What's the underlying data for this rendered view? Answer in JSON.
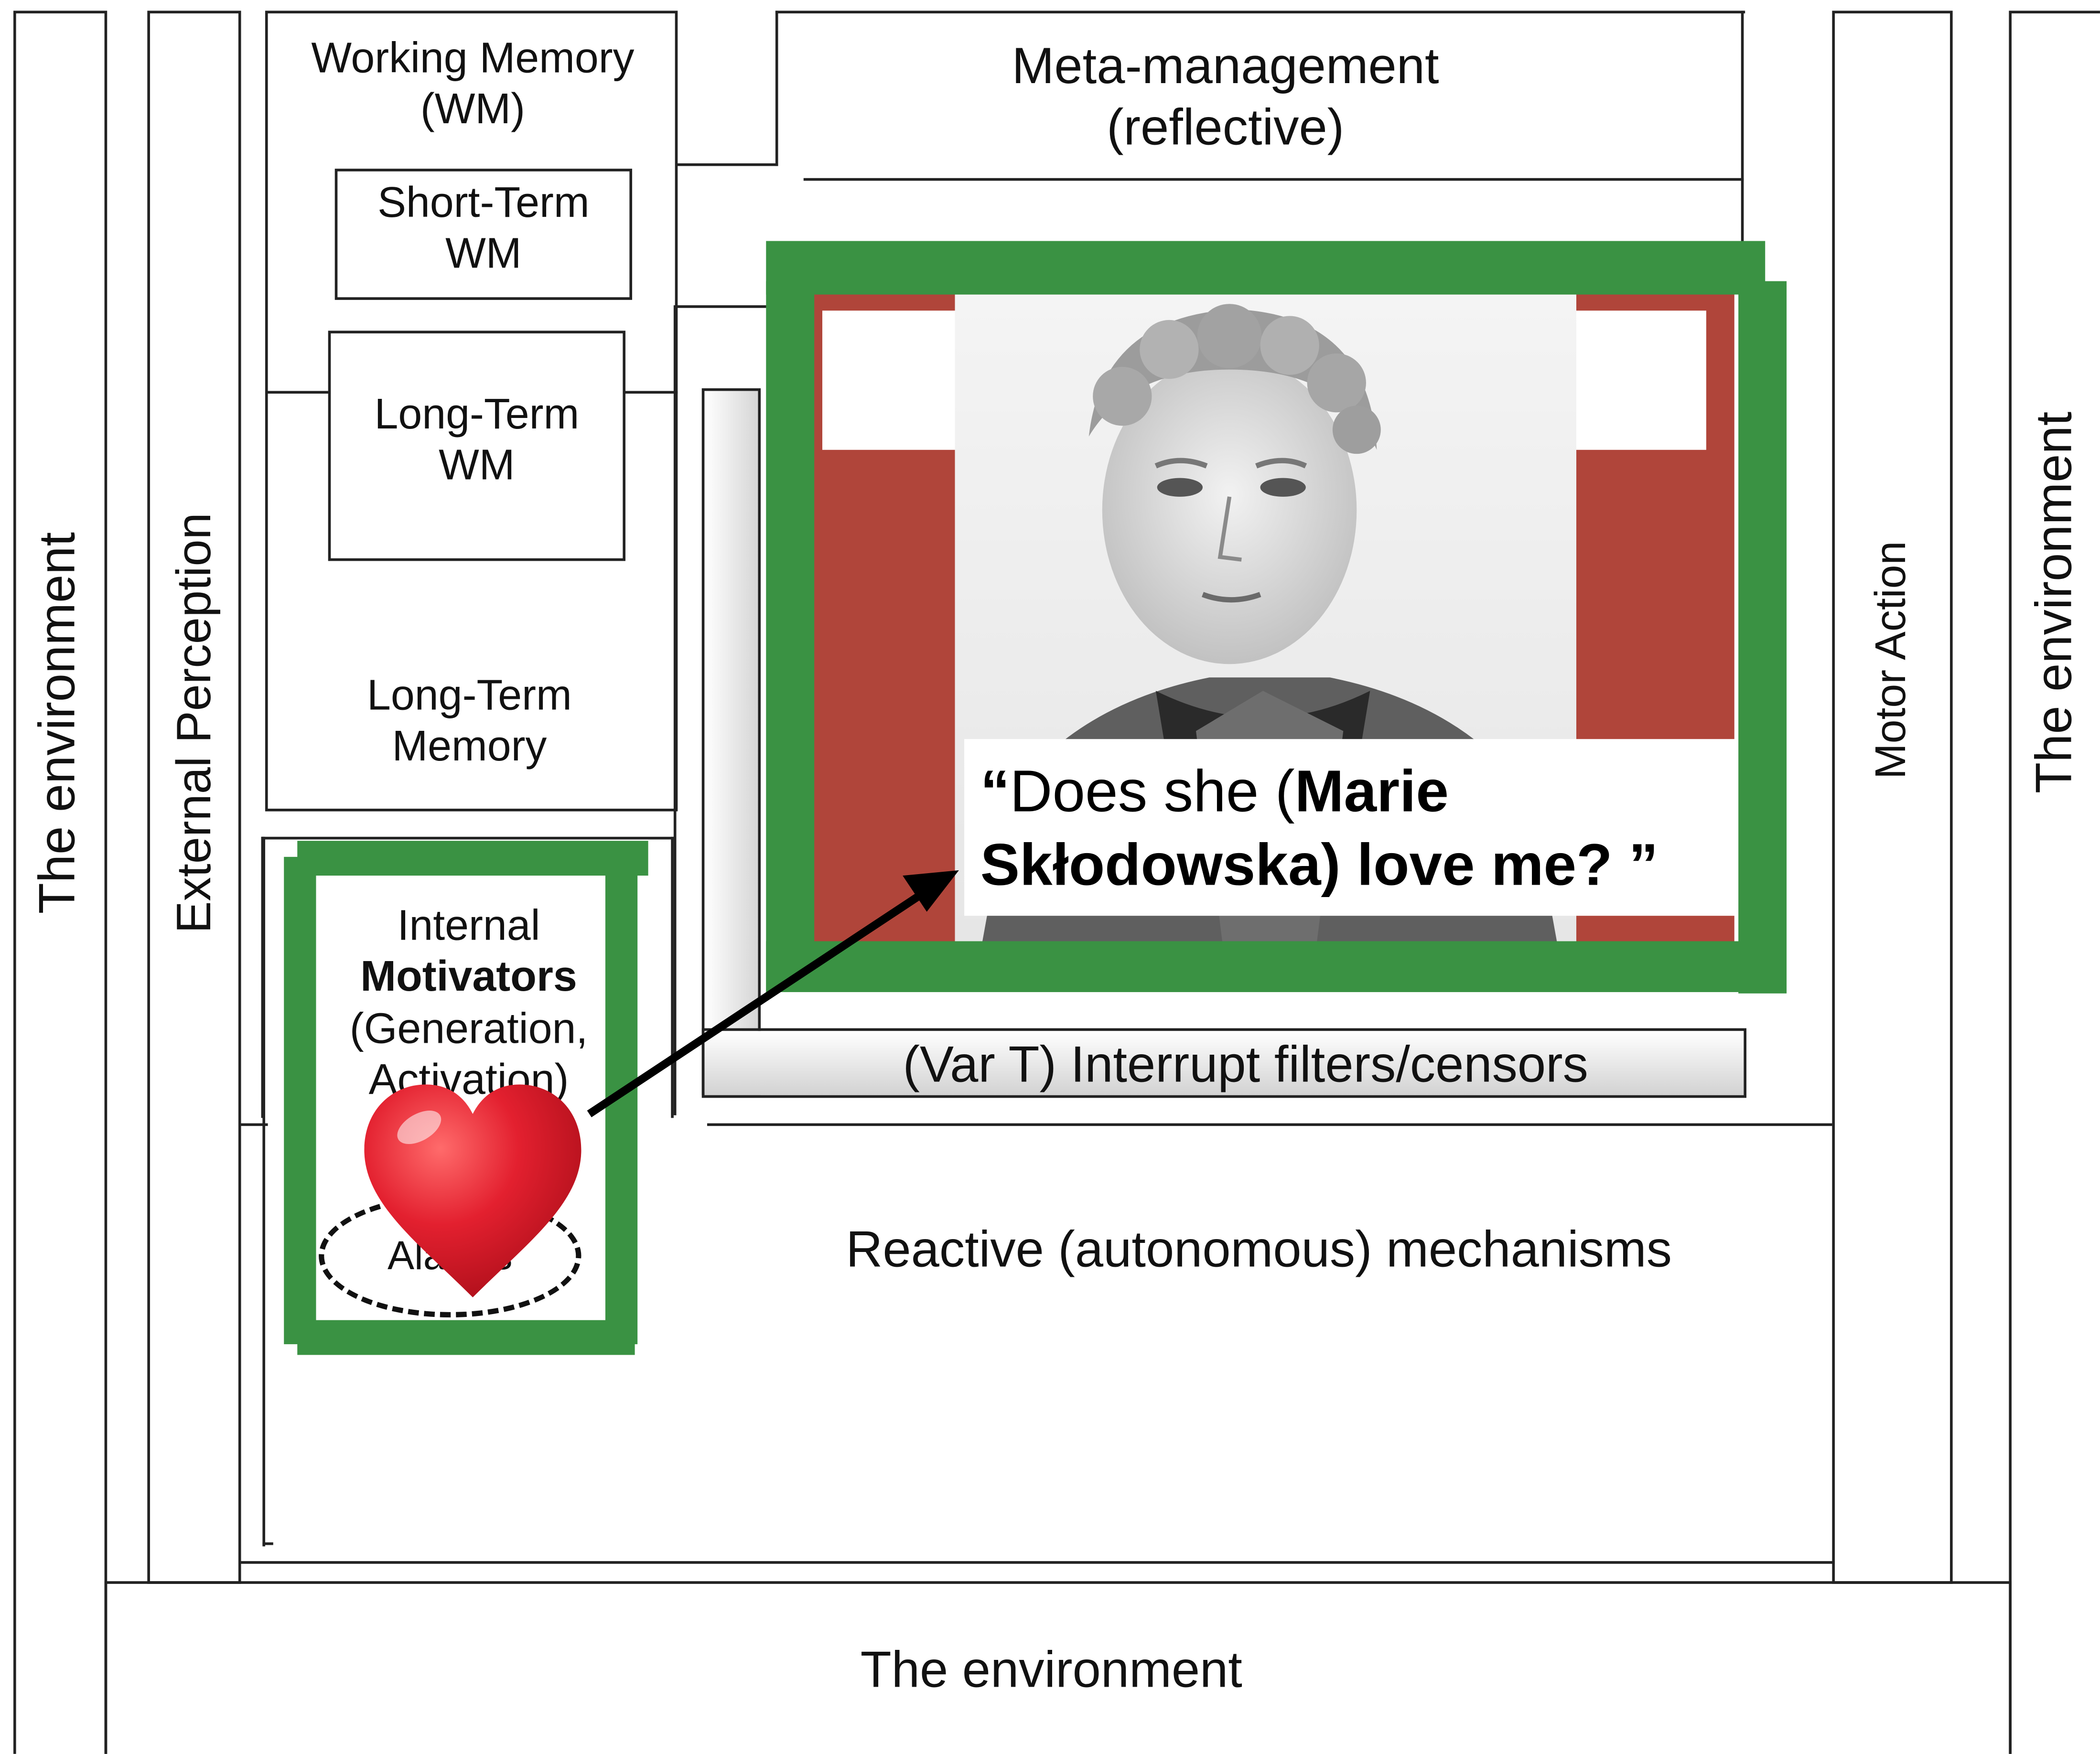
{
  "labels": {
    "env_left": "The environment",
    "env_right": "The environment",
    "env_bottom": "The environment",
    "external_perception": "External Perception",
    "motor_action": "Motor Action",
    "wm_title_1": "Working Memory",
    "wm_title_2": "(WM)",
    "stwm_1": "Short-Term",
    "stwm_2": "WM",
    "ltwm_1": "Long-Term",
    "ltwm_2": "WM",
    "ltm_1": "Long-Term",
    "ltm_2": "Memory",
    "meta_1": "Meta-management",
    "meta_2": "(reflective)",
    "interrupt": "(Var T) Interrupt filters/censors",
    "reactive": "Reactive (autonomous) mechanisms",
    "motivators_1": "Internal",
    "motivators_2": "Motivators",
    "motivators_3": "(Generation,",
    "motivators_4": "Activation)",
    "alarms": "Alarms"
  },
  "quote": {
    "open": "“",
    "text1": "Does she (",
    "name1": "Marie",
    "name2": "Skłodowska) love me? ”"
  },
  "icons": {
    "heart": "heart-icon",
    "portrait": "portrait-photo",
    "arrow": "arrow-icon"
  },
  "colors": {
    "green": "#3a9243",
    "red": "#b0453a",
    "heart": "#e0192a"
  }
}
